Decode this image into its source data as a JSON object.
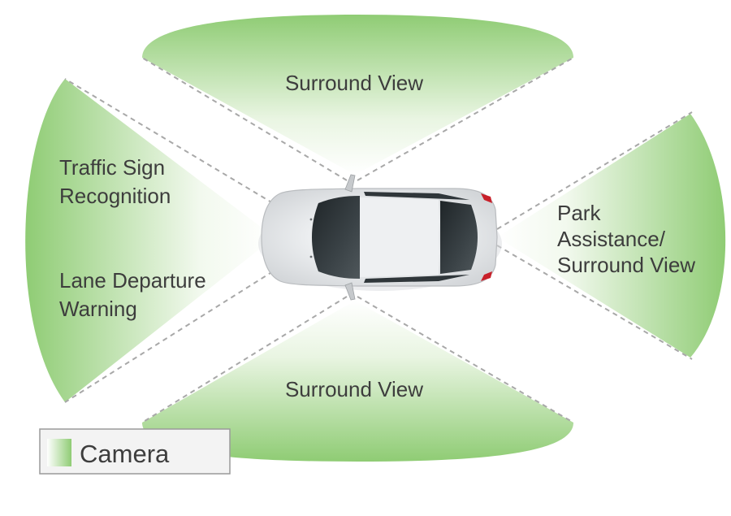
{
  "zones": {
    "front": {
      "label": "Surround View"
    },
    "rear": {
      "label": "Surround View"
    },
    "left_upper": {
      "label_lines": [
        "Traffic Sign",
        "Recognition"
      ]
    },
    "left_lower": {
      "label_lines": [
        "Lane Departure",
        "Warning"
      ]
    },
    "right": {
      "label_lines": [
        "Park",
        "Assistance/",
        "Surround View"
      ]
    }
  },
  "legend": {
    "label": "Camera",
    "icon": "camera-gradient-swatch"
  },
  "colors": {
    "zone_green": "#8fcc74",
    "zone_fade": "#ffffff",
    "sight_line": "#a8a8a8",
    "car_body": "#e9eaec",
    "car_glass": "#2b3236",
    "legend_border": "#9a9a9a",
    "legend_bg": "#f3f3f3",
    "text": "#3d3d3d"
  }
}
